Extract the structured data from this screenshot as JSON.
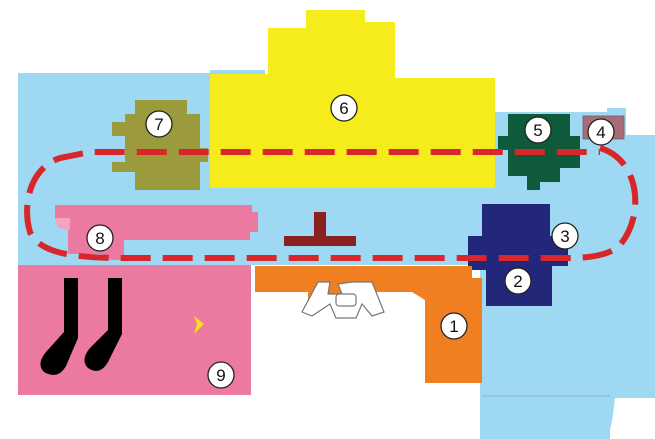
{
  "colors": {
    "background": "#ffffff",
    "blue_floor": "#9ed8f2",
    "yellow": "#f7ec1b",
    "olive": "#9b9a3c",
    "green": "#0e5a3a",
    "mauve": "#a86b78",
    "navy": "#23277a",
    "orange": "#f07f22",
    "pink": "#ec79a0",
    "dark_red": "#8b2020",
    "route": "#d8262b",
    "sock": "#000000",
    "arrow": "#f6e01e",
    "outline": "#666666"
  },
  "markers": [
    {
      "id": "m1",
      "label": "1"
    },
    {
      "id": "m2",
      "label": "2"
    },
    {
      "id": "m3",
      "label": "3"
    },
    {
      "id": "m4",
      "label": "4"
    },
    {
      "id": "m5",
      "label": "5"
    },
    {
      "id": "m6",
      "label": "6"
    },
    {
      "id": "m7",
      "label": "7"
    },
    {
      "id": "m8",
      "label": "8"
    },
    {
      "id": "m9",
      "label": "9"
    }
  ]
}
